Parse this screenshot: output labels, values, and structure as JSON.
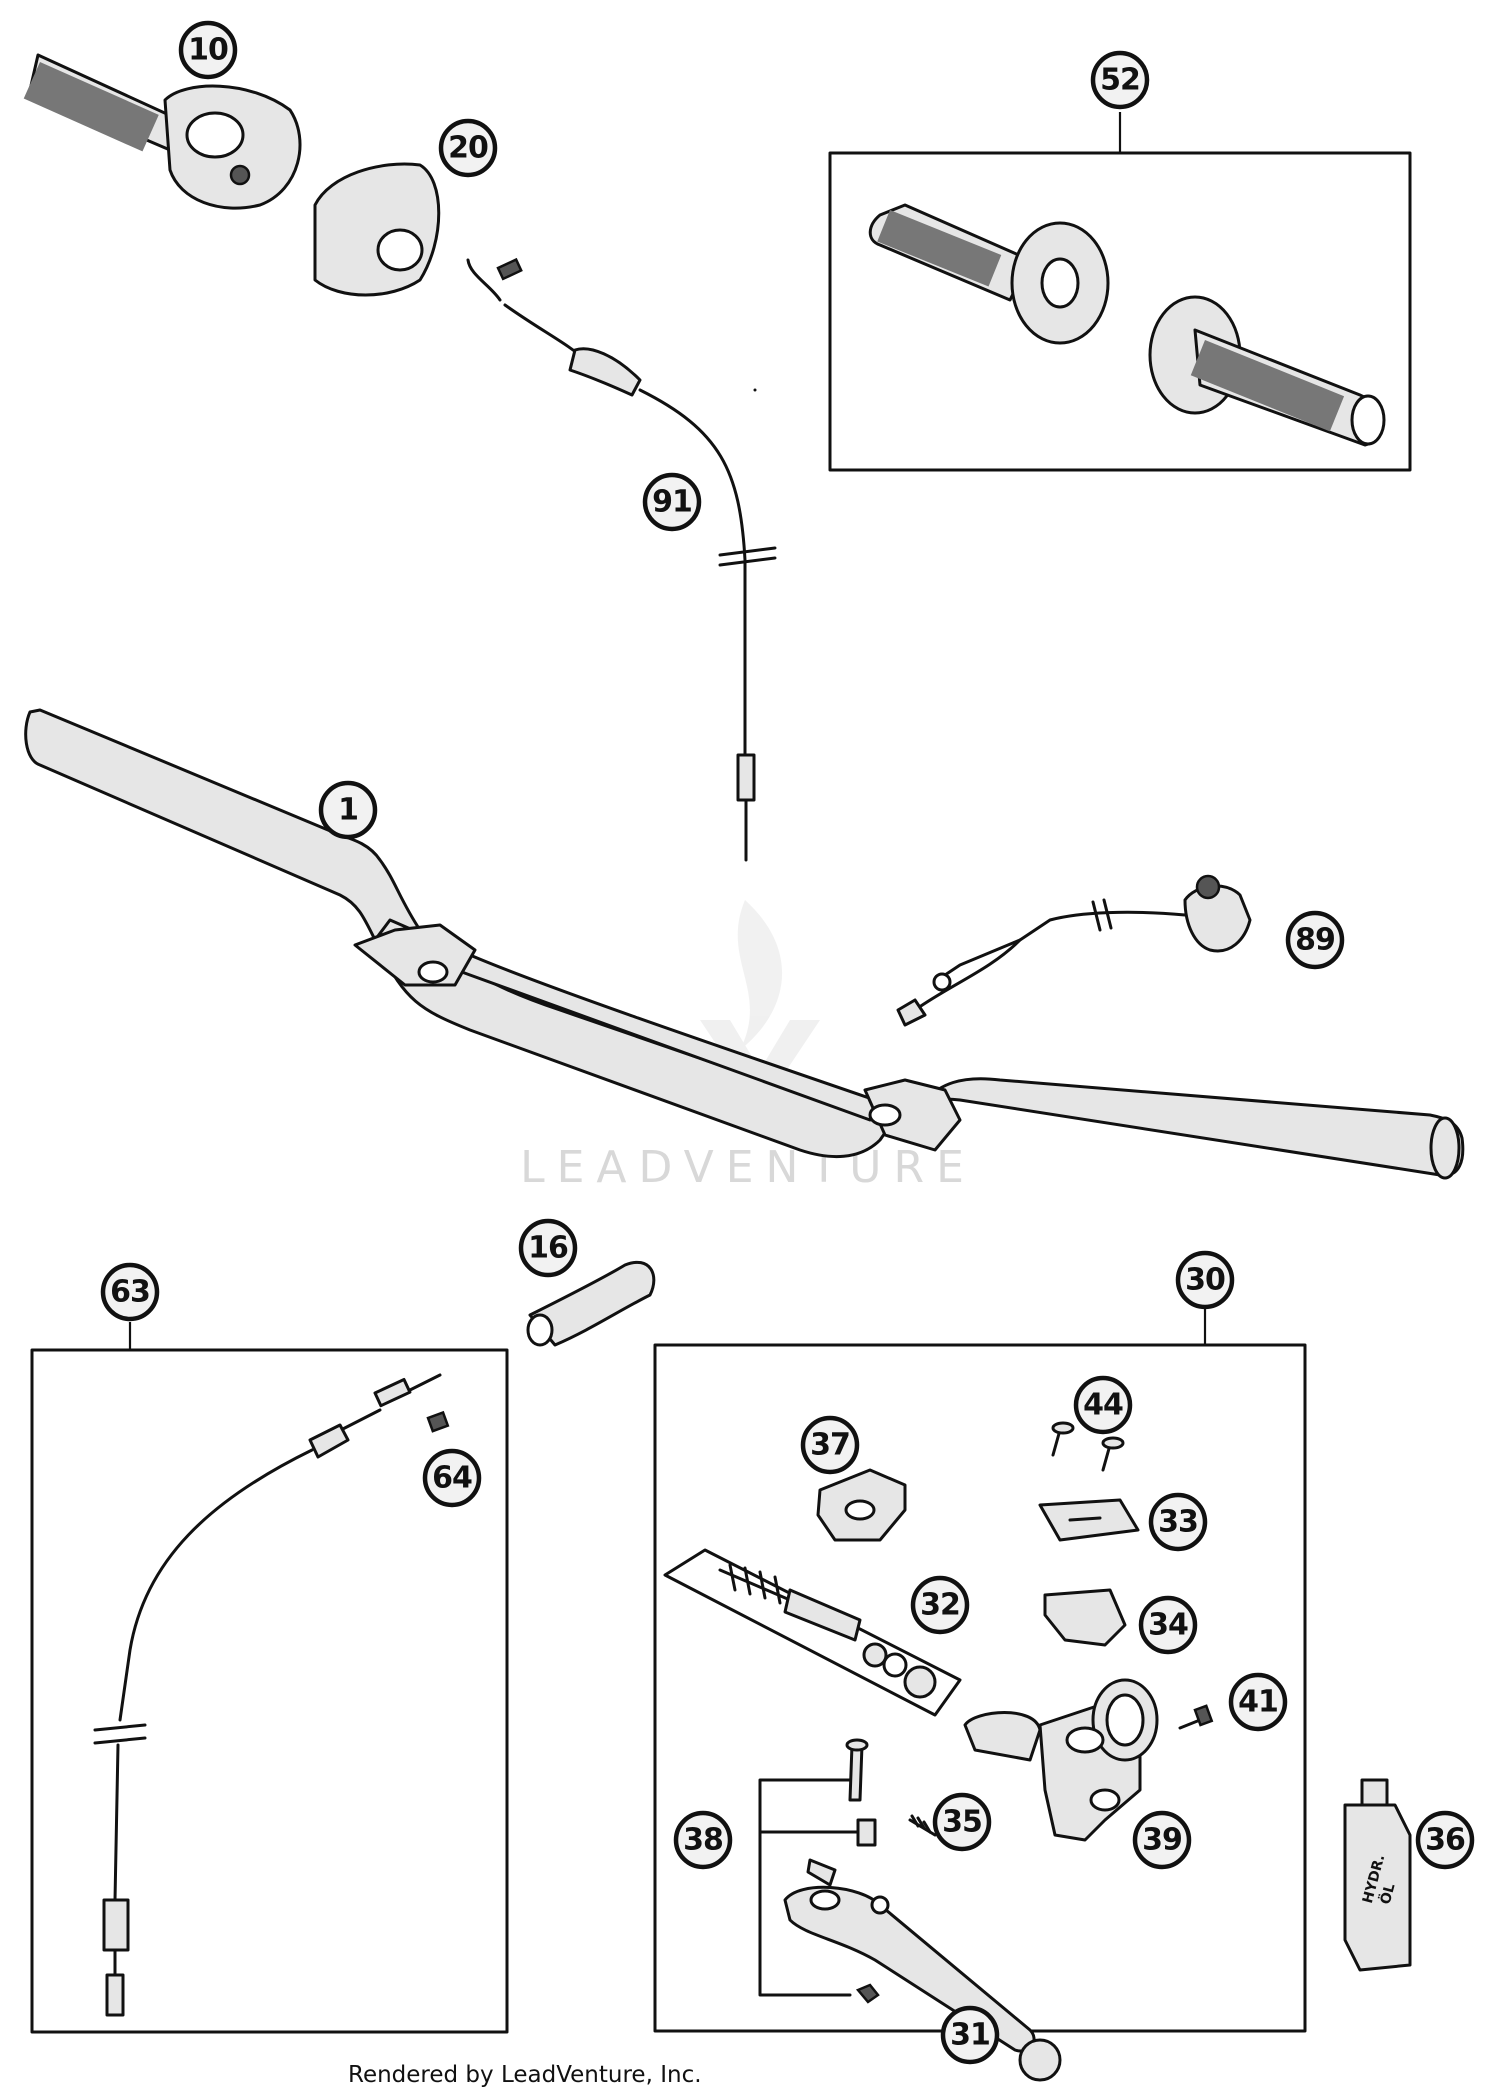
{
  "callouts": [
    {
      "id": "10",
      "label": "10"
    },
    {
      "id": "20",
      "label": "20"
    },
    {
      "id": "52",
      "label": "52"
    },
    {
      "id": "91",
      "label": "91"
    },
    {
      "id": "1",
      "label": "1"
    },
    {
      "id": "89",
      "label": "89"
    },
    {
      "id": "16",
      "label": "16"
    },
    {
      "id": "63",
      "label": "63"
    },
    {
      "id": "30",
      "label": "30"
    },
    {
      "id": "64",
      "label": "64"
    },
    {
      "id": "44",
      "label": "44"
    },
    {
      "id": "37",
      "label": "37"
    },
    {
      "id": "33",
      "label": "33"
    },
    {
      "id": "32",
      "label": "32"
    },
    {
      "id": "34",
      "label": "34"
    },
    {
      "id": "41",
      "label": "41"
    },
    {
      "id": "35",
      "label": "35"
    },
    {
      "id": "38",
      "label": "38"
    },
    {
      "id": "39",
      "label": "39"
    },
    {
      "id": "36",
      "label": "36"
    },
    {
      "id": "31",
      "label": "31"
    }
  ],
  "oil_bottle_label": [
    "HYDR.",
    "ÖL"
  ],
  "watermark": "LEADVENTURE",
  "footer": "Rendered by LeadVenture, Inc."
}
